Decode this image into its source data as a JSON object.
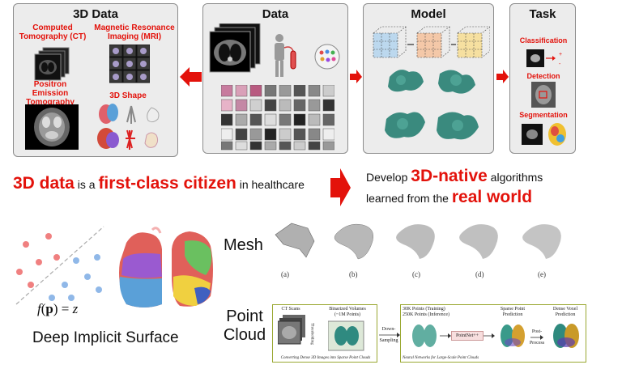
{
  "panels": {
    "data3d": {
      "title": "3D Data",
      "ct": "Computed\nTomography (CT)",
      "mri": "Magnetic Resonance\nImaging (MRI)",
      "pet": "Positron Emission\nTomography (PET)",
      "shape": "3D Shape"
    },
    "data": {
      "title": "Data"
    },
    "model": {
      "title": "Model"
    },
    "task": {
      "title": "Task",
      "classification": "Classification",
      "detection": "Detection",
      "segmentation": "Segmentation"
    }
  },
  "statement": {
    "left": {
      "p1": "3D data",
      "p2": " is a ",
      "p3": "first-class citizen",
      "p4": " in healthcare"
    },
    "right": {
      "l1a": "Develop ",
      "l1b": "3D-native",
      "l1c": " algorithms",
      "l2a": "learned from the ",
      "l2b": "real world"
    }
  },
  "bottom": {
    "formula_f": "f",
    "formula_p": "p",
    "formula_z": "z",
    "dis_label": "Deep Implicit Surface",
    "mesh_label": "Mesh",
    "mesh_captions": [
      "(a)",
      "(b)",
      "(c)",
      "(d)",
      "(e)"
    ],
    "pc_label_1": "Point",
    "pc_label_2": "Cloud",
    "pc": {
      "ct_scans": "CT Scans",
      "binarized_1": "Binarized Volumes",
      "binarized_2": "(~1M Points)",
      "thresholding": "Thresholding",
      "down_1": "Down-",
      "down_2": "Sampling",
      "caption_left": "Converting Dense 3D Images into Sparse Point Clouds",
      "train_1": "30K Points (Training)",
      "train_2": "250K Points (Inference)",
      "pointnet": "PointNet++",
      "sparse_1": "Sparse Point",
      "sparse_2": "Prediction",
      "post_1": "Post-",
      "post_2": "Process",
      "dense_1": "Dense Voxel",
      "dense_2": "Prediction",
      "caption_right": "Neural Networks for Large-Scale Point Clouds"
    }
  },
  "colors": {
    "accent_red": "#e3120b",
    "panel_bg": "#ececec",
    "scatter_red": "#f08080",
    "scatter_blue": "#90b8e8"
  }
}
